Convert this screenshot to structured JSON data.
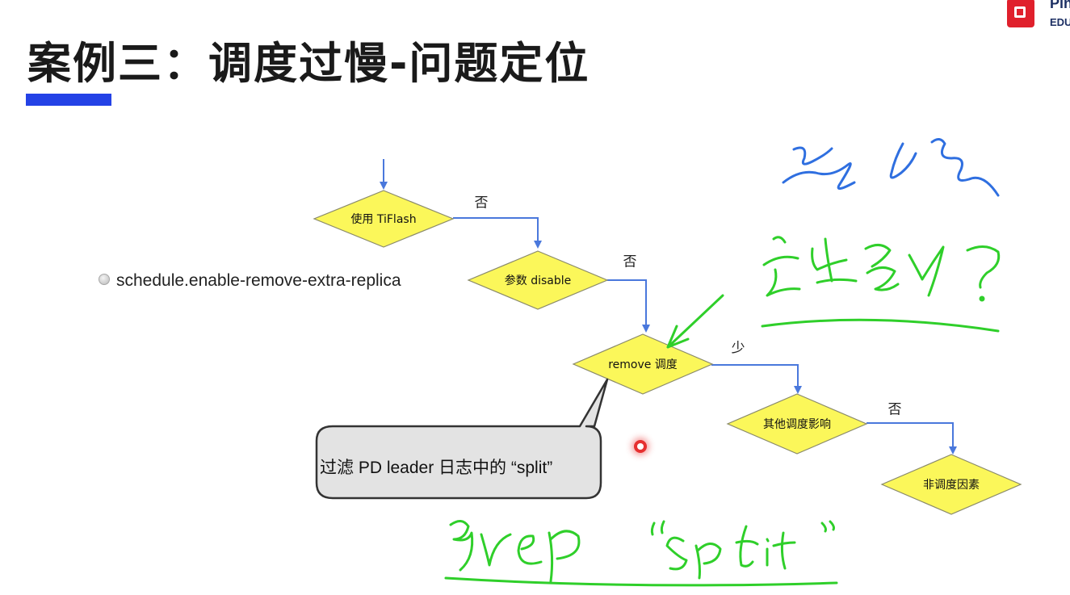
{
  "slide": {
    "title": "案例三：调度过慢-问题定位",
    "accent_color": "#2442e6"
  },
  "logo": {
    "line1": "Pin",
    "line2": "EDU",
    "brand_color": "#e0202c"
  },
  "param": {
    "text": "schedule.enable-remove-extra-replica"
  },
  "flowchart": {
    "nodes": [
      {
        "id": "use-tiflash",
        "label": "使用 TiFlash"
      },
      {
        "id": "param-disable",
        "label": "参数 disable"
      },
      {
        "id": "remove-schedule",
        "label": "remove 调度"
      },
      {
        "id": "other-schedule",
        "label": "其他调度影响"
      },
      {
        "id": "non-schedule",
        "label": "非调度因素"
      }
    ],
    "edges": [
      {
        "from": "use-tiflash",
        "to": "param-disable",
        "label": "否"
      },
      {
        "from": "param-disable",
        "to": "remove-schedule",
        "label": "否"
      },
      {
        "from": "remove-schedule",
        "to": "other-schedule",
        "label": "少"
      },
      {
        "from": "other-schedule",
        "to": "non-schedule",
        "label": "否"
      }
    ],
    "node_fill": "#fbf75a",
    "arrow_color": "#4a78dc"
  },
  "callout": {
    "text": "过滤 PD leader 日志中的 “split”"
  },
  "annotations": {
    "green_text": "grep \"split\"",
    "ink_colors": {
      "blue": "#2f6fe0",
      "green": "#2fcf2a"
    }
  },
  "recording": {
    "indicator_color": "#e63030"
  }
}
